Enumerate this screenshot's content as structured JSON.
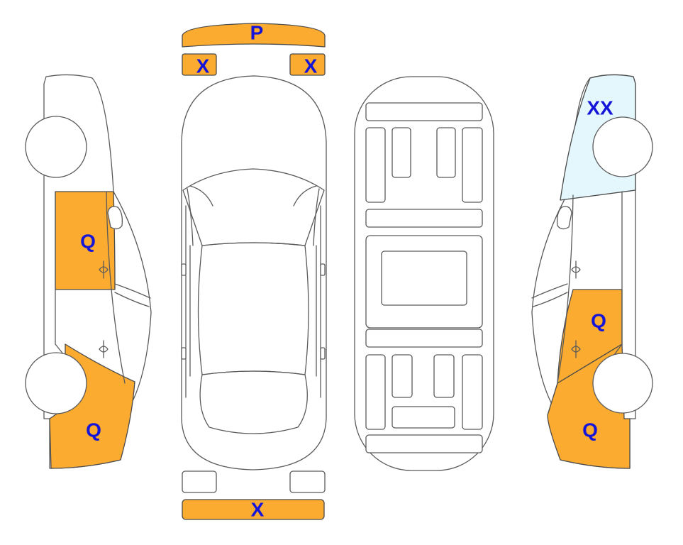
{
  "colors": {
    "damage": "#fbab30",
    "light_damage": "#e3f7fd",
    "label": "#1515d8",
    "outline": "#5a5a5a"
  },
  "labels": {
    "roof_front": "P",
    "mirror_left": "X",
    "mirror_right": "X",
    "rear_bumper": "X",
    "left_front_door": "Q",
    "left_rear_quarter": "Q",
    "right_front_fender": "XX",
    "right_rear_door": "Q",
    "right_rear_quarter": "Q"
  }
}
